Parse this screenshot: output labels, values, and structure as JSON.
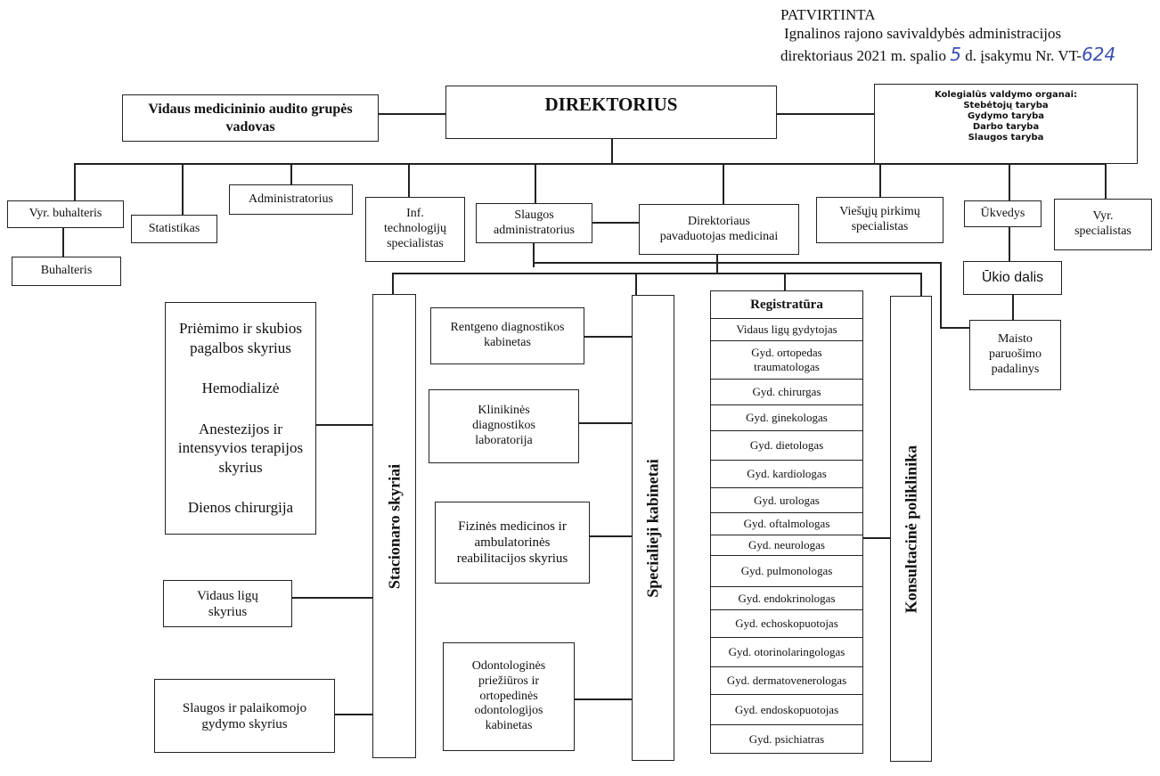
{
  "approval": {
    "line1": "PATVIRTINTA",
    "line2": "Ignalinos rajono savivaldybės administracijos",
    "line3_a": "direktoriaus 2021 m. spalio",
    "day": "5",
    "line3_b": "d. įsakymu Nr. VT-",
    "number": "624"
  },
  "top": {
    "director": "DIREKTORIUS",
    "audit": "Vidaus medicininio audito grupės vadovas",
    "collegial": {
      "title": "Kolegialūs valdymo organai:",
      "items": [
        "Stebėtojų taryba",
        "Gydymo taryba",
        "Darbo taryba",
        "Slaugos taryba"
      ]
    }
  },
  "row2": {
    "chief_accountant": "Vyr. buhalteris",
    "accountant": "Buhalteris",
    "statistician": "Statistikas",
    "administrator": "Administratorius",
    "it_specialist": "Inf. technologijų specialistas",
    "nursing_admin": "Slaugos administratorius",
    "deputy_director": "Direktoriaus pavaduotojas medicinai",
    "procurement": "Viešųjų pirkimų specialistas",
    "household_manager": "Ūkvedys",
    "senior_specialists": "Vyr. specialistas",
    "household_unit": "Ūkio dalis",
    "food_unit": "Maisto paruošimo padalinys"
  },
  "inpatient": {
    "title": "Stacionaro skyriai",
    "group": [
      "Priėmimo ir skubios pagalbos skyrius",
      "Hemodializė",
      "Anestezijos ir intensyvios terapijos skyrius",
      "Dienos chirurgija"
    ],
    "internal": "Vidaus ligų skyrius",
    "nursing": "Slaugos ir palaikomojo gydymo skyrius"
  },
  "special": {
    "title": "Specialieji kabinetai",
    "xray": "Rentgeno diagnostikos kabinetas",
    "lab": "Klinikinės diagnostikos laboratorija",
    "rehab": "Fizinės medicinos ir ambulatorinės reabilitacijos skyrius",
    "dental": "Odontologinės priežiūros ir ortopedinės odontologijos kabinetas"
  },
  "polyclinic": {
    "title": "Konsultacinė poliklinika",
    "registry": [
      "Registratūra",
      "Vidaus ligų gydytojas",
      "Gyd. ortopedas traumatologas",
      "Gyd. chirurgas",
      "Gyd. ginekologas",
      "Gyd. dietologas",
      "Gyd. kardiologas",
      "Gyd. urologas",
      "Gyd. oftalmologas",
      "Gyd. neurologas",
      "Gyd. pulmonologas",
      "Gyd. endokrinologas",
      "Gyd. echoskopuotojas",
      "Gyd. otorinolaringologas",
      "Gyd. dermatovenerologas",
      "Gyd. endoskopuotojas",
      "Gyd. psichiatras"
    ]
  }
}
